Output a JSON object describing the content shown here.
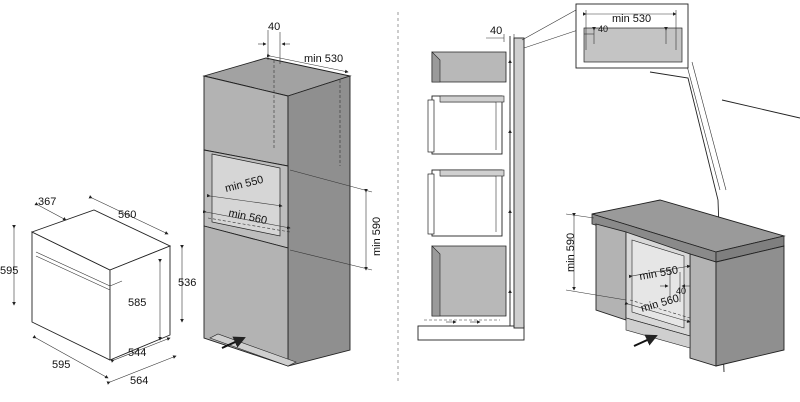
{
  "colors": {
    "cabinet_front": "#b3b3b3",
    "cabinet_side": "#8f8f8f",
    "cabinet_top": "#a2a2a2",
    "counter_top": "#9a9a9a",
    "inset_fill": "#c4c4c4",
    "line": "#222222",
    "background": "#ffffff"
  },
  "oven": {
    "width": "595",
    "depth_top": "560",
    "depth_side": "367",
    "height": "595",
    "front_height": "536",
    "inner_height": "585",
    "inner_depth": "544",
    "total_depth": "564"
  },
  "tall_cabinet": {
    "gap": "40",
    "min_depth": "min 530",
    "niche_width": "min 560",
    "niche_depth": "min 550",
    "niche_height": "min 590"
  },
  "undercounter": {
    "gap": "40",
    "min_depth": "min 530",
    "niche_width": "min 560",
    "niche_depth": "min 550",
    "niche_height": "min 590",
    "inset_gap": "40"
  },
  "section_view": {
    "gap": "40"
  }
}
